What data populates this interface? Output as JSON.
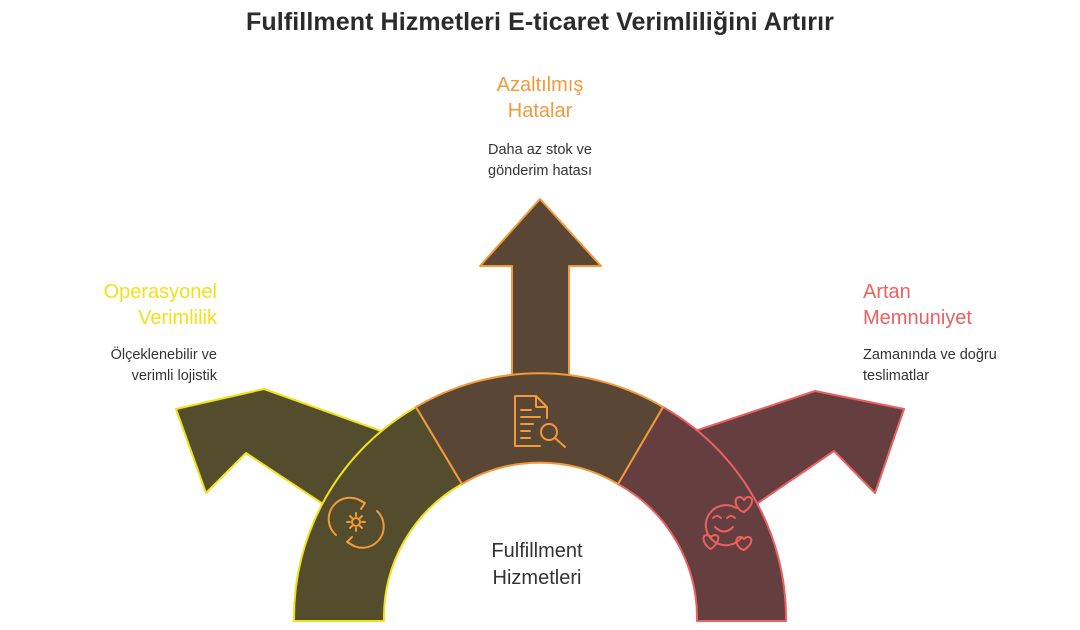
{
  "title": "Fulfillment Hizmetleri E-ticaret Verimliliğini Artırır",
  "center": {
    "line1": "Fulfillment",
    "line2": "Hizmetleri"
  },
  "branches": [
    {
      "heading_line1": "Operasyonel",
      "heading_line2": "Verimlilik",
      "desc_line1": "Ölçeklenebilir ve",
      "desc_line2": "verimli lojistik",
      "color": "#f2e01b",
      "icon": "gear-cycle-icon"
    },
    {
      "heading_line1": "Azaltılmış",
      "heading_line2": "Hatalar",
      "desc_line1": "Daha az stok ve",
      "desc_line2": "gönderim hatası",
      "color": "#f29a3a",
      "icon": "document-search-icon"
    },
    {
      "heading_line1": "Artan",
      "heading_line2": "Memnuniyet",
      "desc_line1": "Zamanında ve doğru",
      "desc_line2": "teslimatlar",
      "color": "#ec6060",
      "icon": "happy-face-hearts-icon"
    }
  ]
}
